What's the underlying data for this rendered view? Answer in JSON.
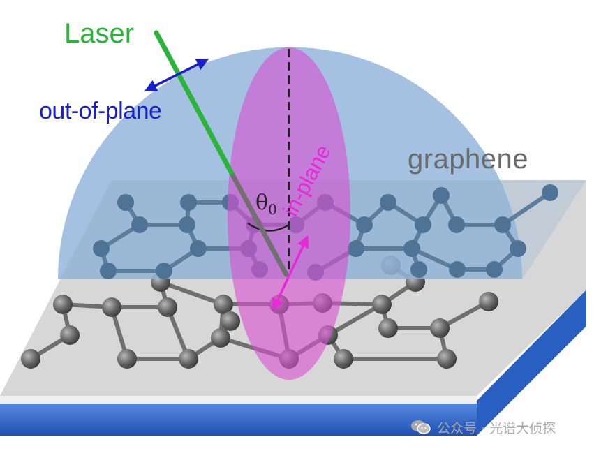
{
  "labels": {
    "laser": "Laser",
    "out_of_plane": "out-of-plane",
    "graphene": "graphene",
    "theta_symbol": "θ",
    "theta_subscript": "0",
    "in_plane": "in-plane"
  },
  "watermark": {
    "icon": "wechat-icon",
    "text": "公众号 · 光谱大侦探"
  },
  "colors": {
    "laser": "#2bb33a",
    "out_of_plane": "#1a1fcc",
    "in_plane": "#e62ad6",
    "graphene_label": "#6a6a6a",
    "hemisphere": "#8ab0d8",
    "plane_of_incidence": "#d94fd0",
    "substrate_top": "#d7d7d7",
    "substrate_side": "#2f6ad0",
    "atom": "#6e6e6e",
    "watermark": "#a9a9a9"
  }
}
